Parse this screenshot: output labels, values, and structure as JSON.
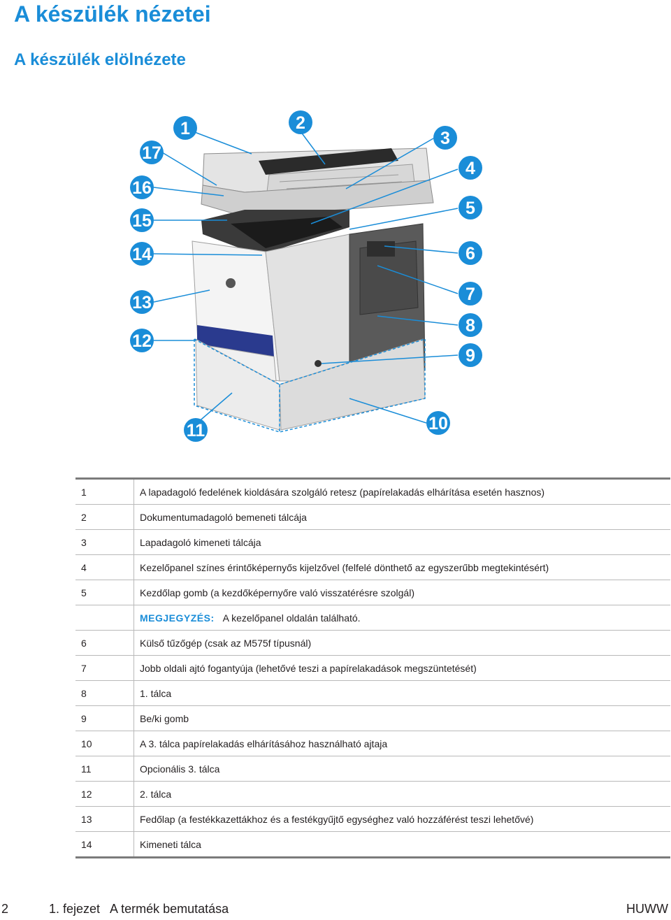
{
  "page": {
    "title": "A készülék nézetei",
    "subtitle": "A készülék elölnézete"
  },
  "figure": {
    "callouts": [
      "1",
      "2",
      "3",
      "4",
      "5",
      "6",
      "7",
      "8",
      "9",
      "10",
      "11",
      "12",
      "13",
      "14",
      "15",
      "16",
      "17"
    ],
    "colors": {
      "callout": "#1a8dd8",
      "body": "#f2f2f2",
      "dark": "#4a4a4a",
      "accent": "#2a3a8e"
    }
  },
  "parts": [
    {
      "num": "1",
      "desc": "A lapadagoló fedelének kioldására szolgáló retesz (papírelakadás elhárítása esetén hasznos)"
    },
    {
      "num": "2",
      "desc": "Dokumentumadagoló bemeneti tálcája"
    },
    {
      "num": "3",
      "desc": "Lapadagoló kimeneti tálcája"
    },
    {
      "num": "4",
      "desc": "Kezelőpanel színes érintőképernyős kijelzővel (felfelé dönthető az egyszerűbb megtekintésért)"
    },
    {
      "num": "5",
      "desc": "Kezdőlap gomb (a kezdőképernyőre való visszatérésre szolgál)"
    },
    {
      "num": "6",
      "desc": "Külső tűzőgép (csak az M575f típusnál)"
    },
    {
      "num": "7",
      "desc": "Jobb oldali ajtó fogantyúja (lehetővé teszi a papírelakadások megszüntetését)"
    },
    {
      "num": "8",
      "desc": "1. tálca"
    },
    {
      "num": "9",
      "desc": "Be/ki gomb"
    },
    {
      "num": "10",
      "desc": "A 3. tálca papírelakadás elhárításához használható ajtaja"
    },
    {
      "num": "11",
      "desc": "Opcionális 3. tálca"
    },
    {
      "num": "12",
      "desc": "2. tálca"
    },
    {
      "num": "13",
      "desc": "Fedőlap (a festékkazettákhoz és a festékgyűjtő egységhez való hozzáférést teszi lehetővé)"
    },
    {
      "num": "14",
      "desc": "Kimeneti tálca"
    }
  ],
  "note": {
    "label": "MEGJEGYZÉS:",
    "text": "A kezelőpanel oldalán található."
  },
  "footer": {
    "page_number": "2",
    "chapter": "1. fejezet   A termék bemutatása",
    "code": "HUWW"
  }
}
